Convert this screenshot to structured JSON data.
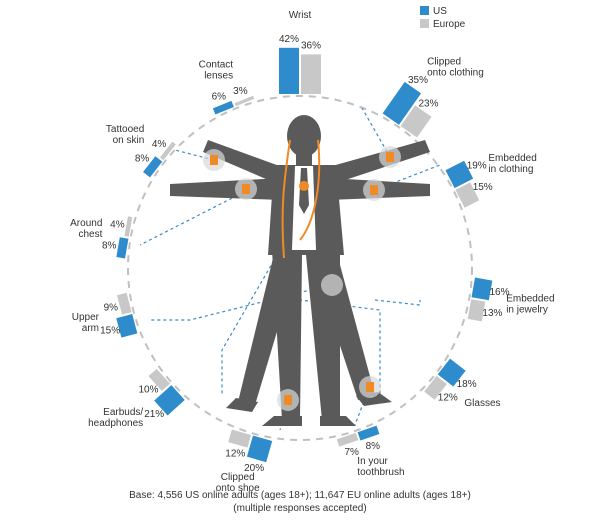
{
  "chart_data": {
    "type": "bar",
    "layout": "radial",
    "legend": {
      "placement": "top-right",
      "items": [
        {
          "name": "US",
          "color": "#2e8ccc"
        },
        {
          "name": "Europe",
          "color": "#c8c8c8"
        }
      ]
    },
    "series": [
      {
        "name": "US",
        "color": "#2e8ccc"
      },
      {
        "name": "Europe",
        "color": "#c8c8c8"
      }
    ],
    "categories": [
      {
        "label": [
          "Wrist"
        ],
        "us": 42,
        "eu": 36,
        "us_label": "42%",
        "eu_label": "36%"
      },
      {
        "label": [
          "Clipped",
          "onto clothing"
        ],
        "us": 35,
        "eu": 23,
        "us_label": "35%",
        "eu_label": "23%"
      },
      {
        "label": [
          "Embedded",
          "in clothing"
        ],
        "us": 19,
        "eu": 15,
        "us_label": "19%",
        "eu_label": "15%"
      },
      {
        "label": [
          "Embedded",
          "in jewelry"
        ],
        "us": 16,
        "eu": 13,
        "us_label": "16%",
        "eu_label": "13%"
      },
      {
        "label": [
          "Glasses"
        ],
        "us": 18,
        "eu": 12,
        "us_label": "18%",
        "eu_label": "12%"
      },
      {
        "label": [
          "In your",
          "toothbrush"
        ],
        "us": 8,
        "eu": 7,
        "us_label": "8%",
        "eu_label": "7%"
      },
      {
        "label": [
          "Clipped",
          "onto shoe"
        ],
        "us": 20,
        "eu": 12,
        "us_label": "20%",
        "eu_label": "12%"
      },
      {
        "label": [
          "Earbuds/",
          "headphones"
        ],
        "us": 21,
        "eu": 10,
        "us_label": "21%",
        "eu_label": "10%"
      },
      {
        "label": [
          "Upper",
          "arm"
        ],
        "us": 15,
        "eu": 9,
        "us_label": "15%",
        "eu_label": "9%"
      },
      {
        "label": [
          "Around",
          "chest"
        ],
        "us": 8,
        "eu": 4,
        "us_label": "8%",
        "eu_label": "4%"
      },
      {
        "label": [
          "Tattooed",
          "on skin"
        ],
        "us": 8,
        "eu": 4,
        "us_label": "8%",
        "eu_label": "4%"
      },
      {
        "label": [
          "Contact",
          "lenses"
        ],
        "us": 6,
        "eu": 3,
        "us_label": "6%",
        "eu_label": "3%"
      }
    ],
    "footnote": [
      "Base: 4,556 US online adults (ages 18+); 11,647 EU online adults (ages 18+)",
      "(multiple responses accepted)"
    ]
  },
  "colors": {
    "us": "#2e8ccc",
    "europe": "#c8c8c8",
    "figure": "#5a5a5a",
    "accent": "#f08a24",
    "guide": "#3a8ac8"
  }
}
